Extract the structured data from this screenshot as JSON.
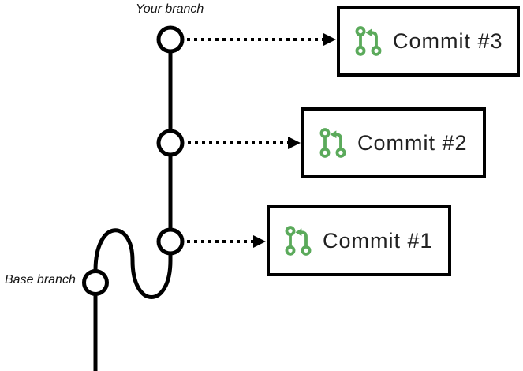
{
  "diagram": {
    "type": "git-branch-diagram",
    "labels": {
      "your_branch": "Your branch",
      "base_branch": "Base branch"
    },
    "commit_cards": [
      {
        "label": "Commit #3",
        "icon": "git-pull-request-icon"
      },
      {
        "label": "Commit #2",
        "icon": "git-pull-request-icon"
      },
      {
        "label": "Commit #1",
        "icon": "git-pull-request-icon"
      }
    ],
    "graph": {
      "your_branch_nodes": [
        {
          "node": "commit-3-node",
          "points_to": "Commit #3"
        },
        {
          "node": "commit-2-node",
          "points_to": "Commit #2"
        },
        {
          "node": "commit-1-node",
          "points_to": "Commit #1"
        }
      ],
      "base_branch_nodes": [
        {
          "node": "base-branch-node"
        }
      ],
      "connection": "base branch curves up and merges into your branch"
    },
    "colors": {
      "line": "#000000",
      "icon_green": "#5BAA5B",
      "card_border": "#000000",
      "background": "#FFFFFF",
      "text": "#212121"
    }
  }
}
